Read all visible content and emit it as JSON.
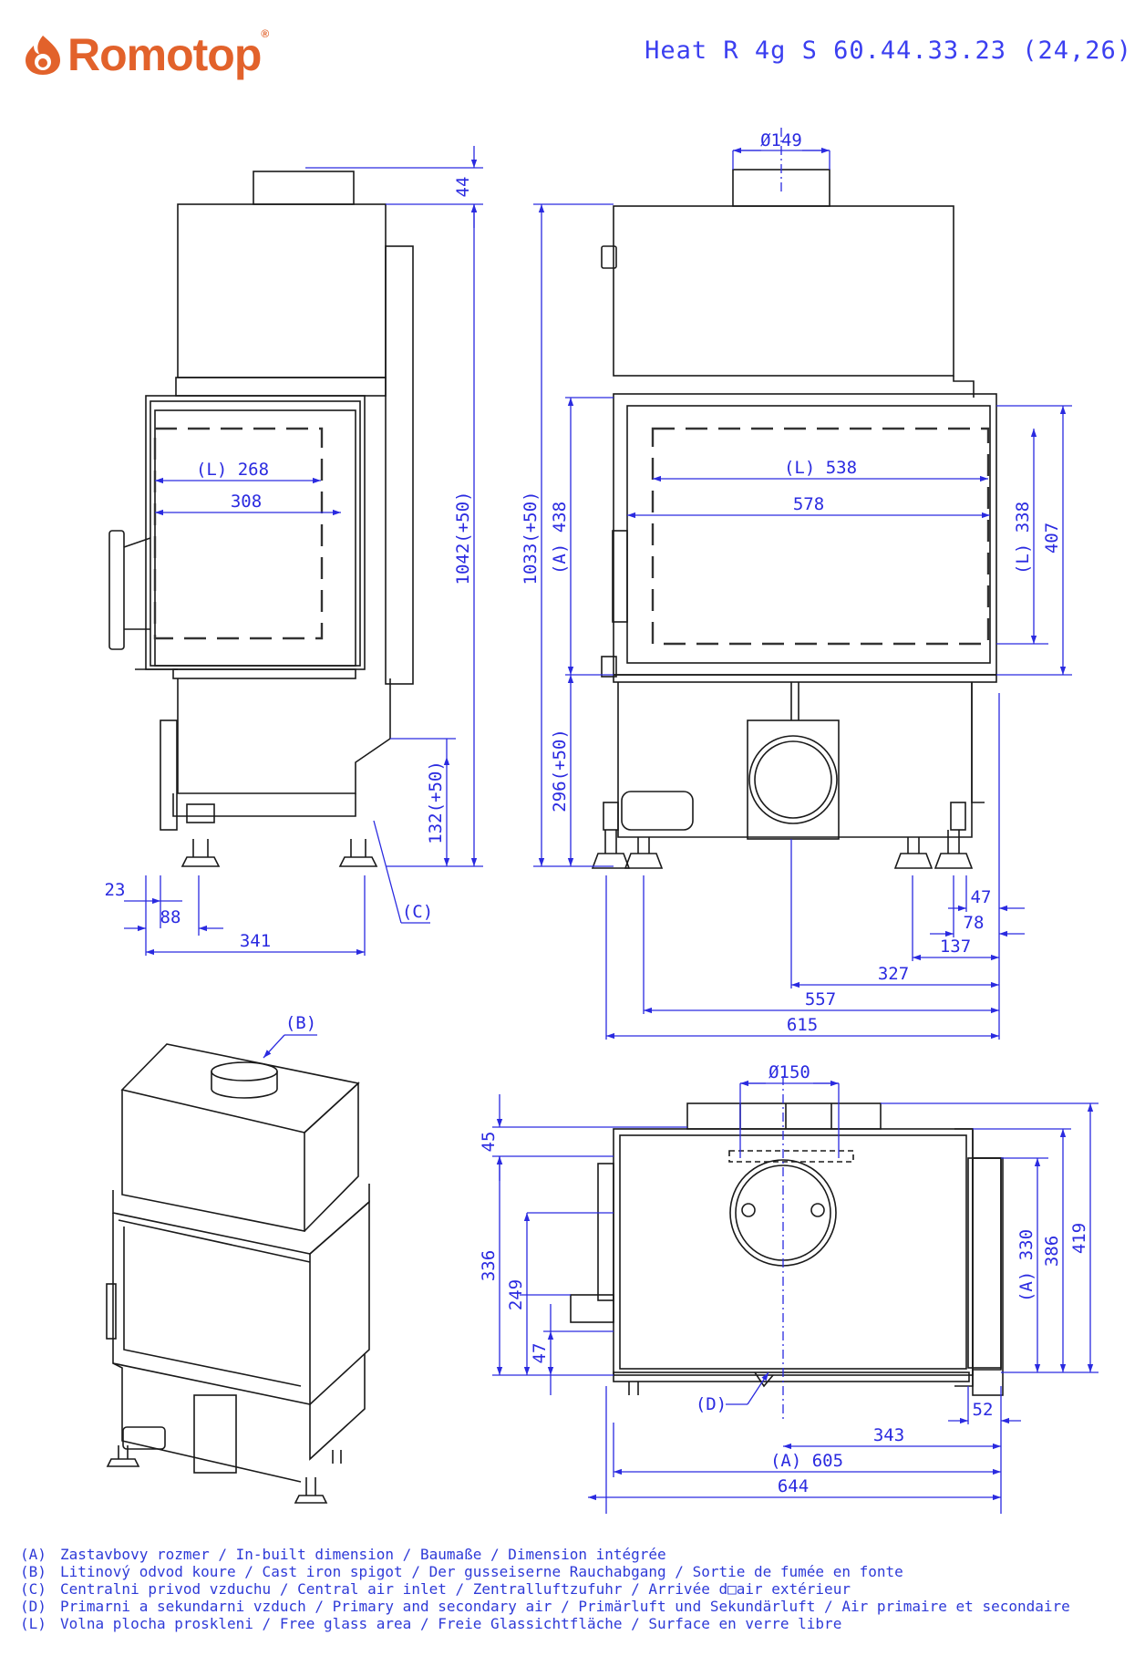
{
  "brand": {
    "name": "Romotop",
    "mark": "®",
    "color": "#e2622b"
  },
  "model": "Heat R 4g S 60.44.33.23 (24,26)",
  "colors": {
    "dimension": "#2a2ae0",
    "line": "#1a1a1a",
    "dash": "#333333"
  },
  "dims": {
    "side_44": "44",
    "side_1042": "1042(+50)",
    "side_268": "(L) 268",
    "side_308": "308",
    "side_132": "132(+50)",
    "side_23": "23",
    "side_88": "88",
    "side_341": "341",
    "side_c": "(C)",
    "front_149": "Ø149",
    "front_1033": "1033(+50)",
    "front_438": "(A) 438",
    "front_296": "296(+50)",
    "front_538": "(L) 538",
    "front_578": "578",
    "front_338": "(L) 338",
    "front_407": "407",
    "front_47": "47",
    "front_78": "78",
    "front_137": "137",
    "front_327": "327",
    "front_557": "557",
    "front_615": "615",
    "iso_b": "(B)",
    "top_150": "Ø150",
    "top_45": "45",
    "top_336": "336",
    "top_249": "249",
    "top_47": "47",
    "top_330": "(A) 330",
    "top_386": "386",
    "top_419": "419",
    "top_d": "(D)",
    "top_52": "52",
    "top_343": "343",
    "top_605": "(A) 605",
    "top_644": "644"
  },
  "legend": [
    {
      "key": "(A)",
      "text": "Zastavbovy rozmer / In-built dimension / Baumaße / Dimension intégrée"
    },
    {
      "key": "(B)",
      "text": "Litinový odvod koure / Cast iron spigot / Der gusseiserne Rauchabgang / Sortie de fumée en fonte"
    },
    {
      "key": "(C)",
      "text": "Centralni privod vzduchu / Central air inlet / Zentralluftzufuhr / Arrivée d□air extérieur"
    },
    {
      "key": "(D)",
      "text": "Primarni a sekundarni vzduch / Primary and secondary air / Primärluft und Sekundärluft / Air primaire et secondaire"
    },
    {
      "key": "(L)",
      "text": "Volna plocha proskleni / Free glass area / Freie Glassichtfläche / Surface en verre libre"
    }
  ]
}
